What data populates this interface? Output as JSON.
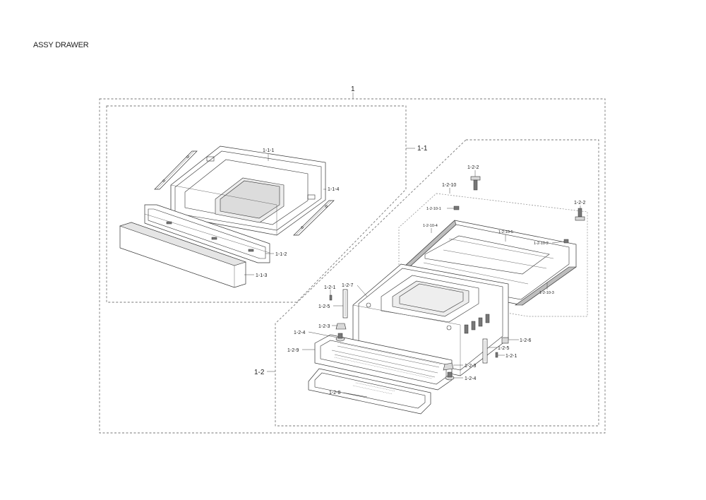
{
  "title": "ASSY DRAWER",
  "labels": {
    "assy": "1",
    "drawer_assy": "1-1",
    "frame_assy": "1-2",
    "p111": "1-1-1",
    "p112": "1-1-2",
    "p113": "1-1-3",
    "p114": "1-1-4",
    "p121a": "1-2-1",
    "p121b": "1-2-1",
    "p122a": "1-2-2",
    "p122b": "1-2-2",
    "p123a": "1-2-3",
    "p123b": "1-2-3",
    "p124a": "1-2-4",
    "p124b": "1-2-4",
    "p125a": "1-2-5",
    "p125b": "1-2-5",
    "p126": "1-2-6",
    "p127": "1-2-7",
    "p128": "1-2-8",
    "p129": "1-2-9",
    "p1210": "1-2-10",
    "p12101": "1-2-10-1",
    "p12102": "1-2-10-2",
    "p12103": "1-2-10-3",
    "p12104": "1-2-10-4",
    "p12105": "1-2-10-5"
  }
}
